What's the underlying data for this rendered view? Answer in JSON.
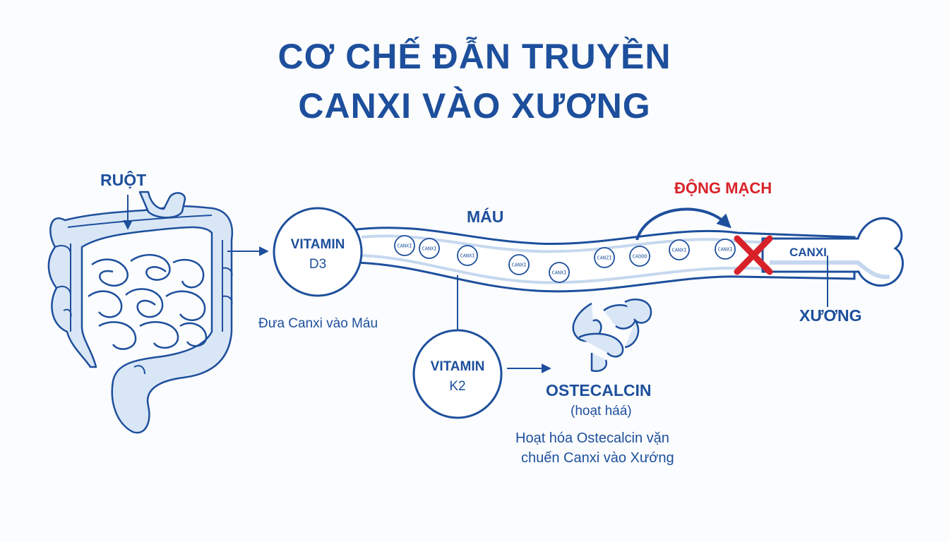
{
  "title": {
    "line1": "CƠ CHẾ ĐẪN TRUYỀN",
    "line2": "CANXI VÀO XƯƠNG"
  },
  "labels": {
    "intestine": "RUỘT",
    "blood": "MÁU",
    "artery": "ĐỘNG MẠCH",
    "bone": "XƯƠNG",
    "canxi_bone": "CANXI",
    "osteocalcin": "OSTECALCIN",
    "osteocalcin_sub": "(hoạt háá)"
  },
  "vitamin_d3": {
    "line1": "VITAMIN",
    "line2": "D3",
    "caption": "Đưa Canxi vào Máu"
  },
  "vitamin_k2": {
    "line1": "VITAMIN",
    "line2": "K2",
    "caption_line1": "Hoạt hóa Ostecalcin vặn",
    "caption_line2": "chuến Canxi vào Xướng"
  },
  "particles": [
    "CANXI",
    "CANXI",
    "CANXI",
    "CANXI",
    "CANXI",
    "CANZI",
    "CAOOO",
    "CANXI",
    "CANXI"
  ],
  "colors": {
    "primary": "#1d4f9c",
    "light_fill": "#d9e6f6",
    "blocked": "#d8222a"
  },
  "icons": {
    "blocked": "red-x-icon",
    "intestine": "intestine-icon",
    "bone": "bone-icon",
    "protein": "protein-icon"
  }
}
